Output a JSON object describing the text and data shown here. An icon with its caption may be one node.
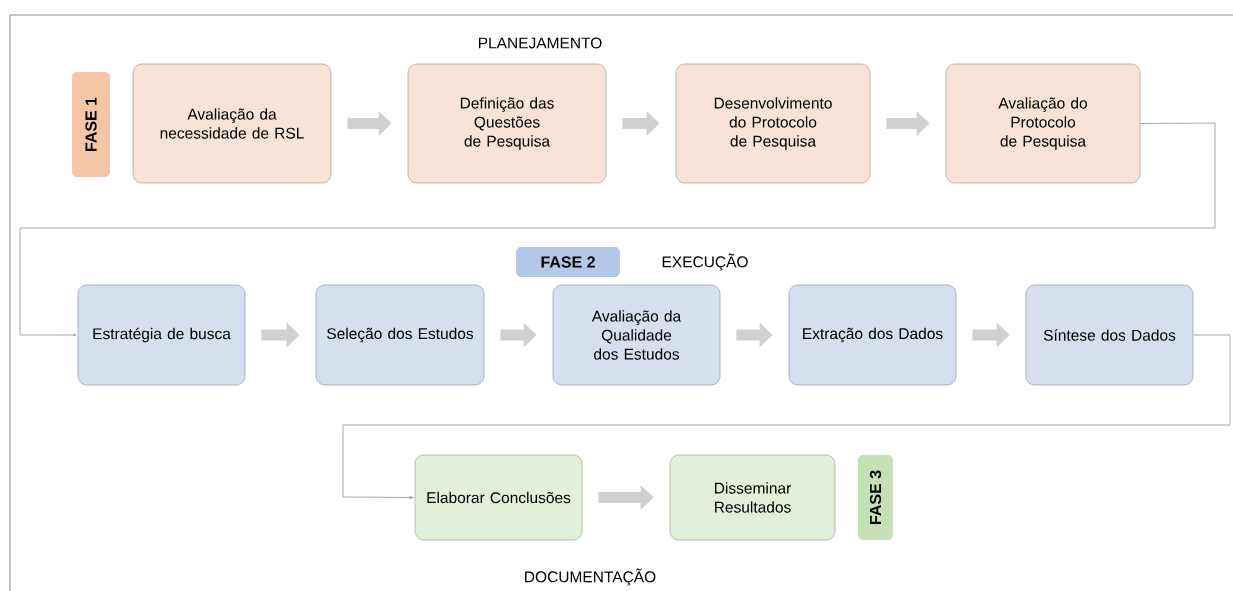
{
  "diagram": {
    "nodes": [
      {
        "text": [
          "FASE 1"
        ]
      },
      {
        "text": [
          "Avaliação da necessidade de RSL"
        ]
      },
      {
        "text": [
          "Definição das Questões de Pesquisa"
        ]
      },
      {
        "text": [
          "Desenvolvimento do Protocolo de Pesquisa"
        ]
      },
      {
        "text": [
          "Avaliação do Protocolo de Pesquisa"
        ]
      },
      {
        "text": [
          "FASE 2"
        ]
      },
      {
        "text": [
          "Estratégia de busca"
        ]
      },
      {
        "text": [
          "Seleção dos Estudos"
        ]
      },
      {
        "text": [
          "Avaliação da Qualidade dos Estudos"
        ]
      },
      {
        "text": [
          "Extração dos Dados"
        ]
      },
      {
        "text": [
          "Síntese dos Dados"
        ]
      },
      {
        "text": [
          "Elaborar Conclusões"
        ]
      },
      {
        "text": [
          "Disseminar Resultados"
        ]
      },
      {
        "text": [
          "FASE 3"
        ]
      }
    ],
    "edges": [
      {
        "from": 1,
        "to": 2,
        "arrow": "to"
      },
      {
        "from": 2,
        "to": 3,
        "arrow": "to"
      },
      {
        "from": 3,
        "to": 4,
        "arrow": "to"
      },
      {
        "from": 4,
        "to": 6,
        "arrow": "to",
        "color": "#a6a6a6"
      },
      {
        "from": 6,
        "to": 7,
        "arrow": "to"
      },
      {
        "from": 7,
        "to": 8,
        "arrow": "to"
      },
      {
        "from": 8,
        "to": 9,
        "arrow": "to"
      },
      {
        "from": 9,
        "to": 10,
        "arrow": "to"
      },
      {
        "from": 10,
        "to": 11,
        "arrow": "to",
        "color": "#a6a6a6"
      },
      {
        "from": 11,
        "to": 12,
        "arrow": "to"
      }
    ],
    "labels": [
      "PLANEJAMENTO",
      "EXECUÇÃO",
      "DOCUMENTAÇÃO"
    ]
  }
}
